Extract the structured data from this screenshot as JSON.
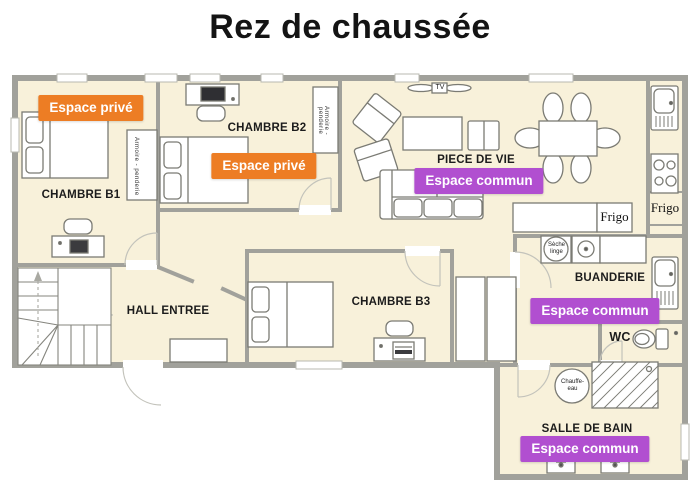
{
  "title": "Rez de chaussée",
  "plan": {
    "rooms": {
      "chambre_b1": "CHAMBRE B1",
      "chambre_b2": "CHAMBRE B2",
      "piece_de_vie": "PIECE DE VIE",
      "hall_entree": "HALL ENTREE",
      "chambre_b3": "CHAMBRE B3",
      "buanderie": "BUANDERIE",
      "wc": "WC",
      "salle_de_bain": "SALLE DE BAIN"
    },
    "badges": {
      "prive_b1": "Espace privé",
      "prive_b2": "Espace privé",
      "commun_piece_de_vie": "Espace commun",
      "commun_buanderie": "Espace commun",
      "commun_salle_de_bain": "Espace commun"
    },
    "fixtures": {
      "tv": "TV",
      "armoire_b1": "Armoire - penderie",
      "armoire_b2": "Armoire - penderie",
      "frigo_comptoir": "Frigo",
      "frigo_colonne": "Frigo",
      "seche_linge": "Sèche linge",
      "chauffe_eau": "Chauffe- eau"
    },
    "colors": {
      "espace_prive": "#ED7D24",
      "espace_commun": "#B14FD0",
      "floor": "#F8F1DA",
      "wall": "#A1A19B"
    }
  }
}
